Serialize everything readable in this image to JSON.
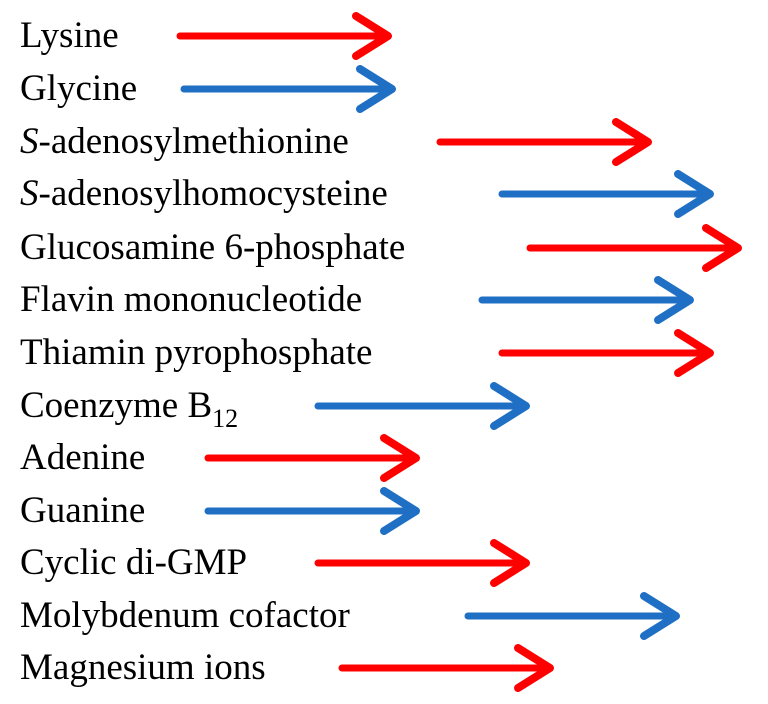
{
  "colors": {
    "red": "#ff0000",
    "blue": "#1f6fc5"
  },
  "rows": [
    {
      "prefix": "",
      "text": "Lysine",
      "sub": "",
      "color": "red"
    },
    {
      "prefix": "",
      "text": "Glycine",
      "sub": "",
      "color": "blue"
    },
    {
      "prefix": "S",
      "text": "-adenosylmethionine",
      "sub": "",
      "color": "red"
    },
    {
      "prefix": "S",
      "text": "-adenosylhomocysteine",
      "sub": "",
      "color": "blue"
    },
    {
      "prefix": "",
      "text": "Glucosamine 6-phosphate",
      "sub": "",
      "color": "red"
    },
    {
      "prefix": "",
      "text": "Flavin mononucleotide",
      "sub": "",
      "color": "blue"
    },
    {
      "prefix": "",
      "text": "Thiamin pyrophosphate",
      "sub": "",
      "color": "red"
    },
    {
      "prefix": "",
      "text": "Coenzyme B",
      "sub": "12",
      "color": "blue"
    },
    {
      "prefix": "",
      "text": "Adenine",
      "sub": "",
      "color": "red"
    },
    {
      "prefix": "",
      "text": "Guanine",
      "sub": "",
      "color": "blue"
    },
    {
      "prefix": "",
      "text": "Cyclic di-GMP",
      "sub": "",
      "color": "red"
    },
    {
      "prefix": "",
      "text": "Molybdenum cofactor",
      "sub": "",
      "color": "blue"
    },
    {
      "prefix": "",
      "text": "Magnesium ions",
      "sub": "",
      "color": "red"
    }
  ]
}
